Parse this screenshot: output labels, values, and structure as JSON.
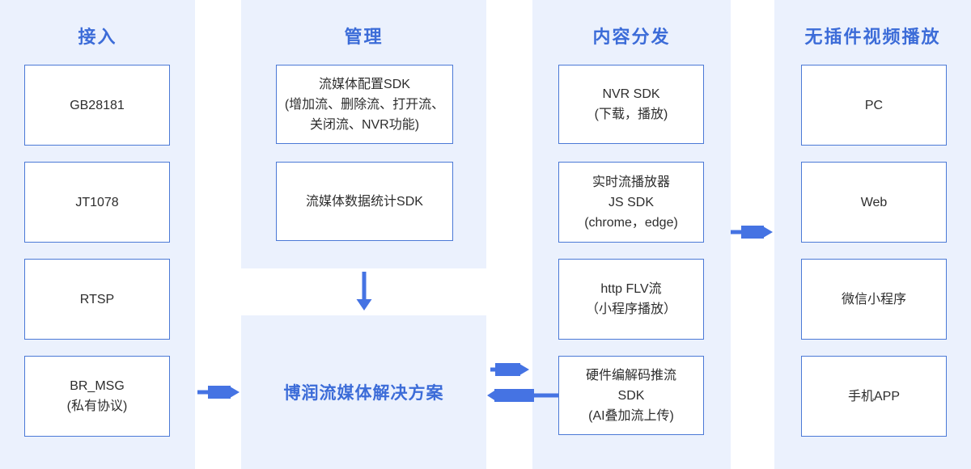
{
  "colors": {
    "panel_bg": "#ebf1fd",
    "box_bg": "#ffffff",
    "box_border": "#4b79d6",
    "title_text": "#3c6cd8",
    "box_text": "#2d2d2d",
    "arrow": "#4573e3"
  },
  "columns": [
    {
      "title": "接入",
      "boxes": [
        {
          "lines": [
            "GB28181"
          ]
        },
        {
          "lines": [
            "JT1078"
          ]
        },
        {
          "lines": [
            "RTSP"
          ]
        },
        {
          "lines": [
            "BR_MSG",
            "(私有协议)"
          ]
        }
      ]
    },
    {
      "title": "管理",
      "boxes": [
        {
          "lines": [
            "流媒体配置SDK",
            "(增加流、删除流、打开流、",
            "关闭流、NVR功能)"
          ]
        },
        {
          "lines": [
            "流媒体数据统计SDK"
          ]
        }
      ],
      "solution": "博润流媒体解决方案"
    },
    {
      "title": "内容分发",
      "boxes": [
        {
          "lines": [
            "NVR SDK",
            "(下载，播放)"
          ]
        },
        {
          "lines": [
            "实时流播放器",
            "JS SDK",
            "(chrome，edge)"
          ]
        },
        {
          "lines": [
            "http FLV流",
            "（小程序播放）"
          ]
        },
        {
          "lines": [
            "硬件编解码推流",
            "SDK",
            "(AI叠加流上传)"
          ]
        }
      ]
    },
    {
      "title": "无插件视频播放",
      "boxes": [
        {
          "lines": [
            "PC"
          ]
        },
        {
          "lines": [
            "Web"
          ]
        },
        {
          "lines": [
            "微信小程序"
          ]
        },
        {
          "lines": [
            "手机APP"
          ]
        }
      ]
    }
  ],
  "arrows": [
    {
      "name": "access-to-solution",
      "direction": "right"
    },
    {
      "name": "management-to-solution",
      "direction": "down"
    },
    {
      "name": "solution-to-distribution",
      "direction": "right"
    },
    {
      "name": "distribution-to-solution",
      "direction": "left"
    },
    {
      "name": "distribution-to-playback",
      "direction": "right"
    }
  ]
}
